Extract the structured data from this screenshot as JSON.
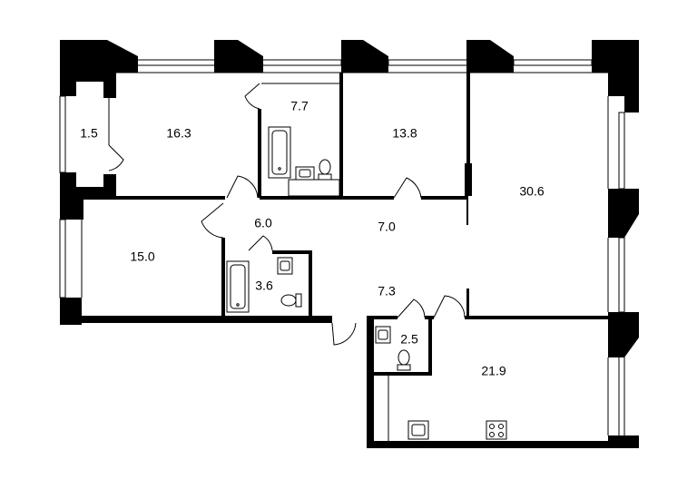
{
  "plan": {
    "rooms": [
      {
        "id": "balcony",
        "area": "1.5"
      },
      {
        "id": "bedroom-1",
        "area": "16.3"
      },
      {
        "id": "bathroom-1",
        "area": "7.7"
      },
      {
        "id": "bedroom-2",
        "area": "13.8"
      },
      {
        "id": "living-room",
        "area": "30.6"
      },
      {
        "id": "hall-1",
        "area": "6.0"
      },
      {
        "id": "corridor",
        "area": "7.0"
      },
      {
        "id": "bedroom-3",
        "area": "15.0"
      },
      {
        "id": "bathroom-2",
        "area": "3.6"
      },
      {
        "id": "hall-2",
        "area": "7.3"
      },
      {
        "id": "toilet",
        "area": "2.5"
      },
      {
        "id": "kitchen",
        "area": "21.9"
      }
    ],
    "colors": {
      "wall": "#000000",
      "background": "#ffffff"
    }
  }
}
